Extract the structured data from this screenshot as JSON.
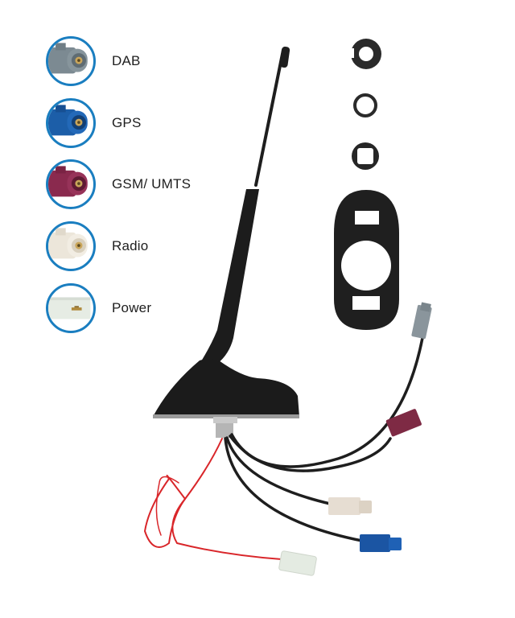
{
  "legend": {
    "items": [
      {
        "label": "DAB",
        "icon": "connector-dab-icon",
        "color": "#7c8a92"
      },
      {
        "label": "GPS",
        "icon": "connector-gps-icon",
        "color": "#1c5ea8"
      },
      {
        "label": "GSM/ UMTS",
        "icon": "connector-gsm-umts-icon",
        "color": "#8a2a4e"
      },
      {
        "label": "Radio",
        "icon": "connector-radio-icon",
        "color": "#ece6da"
      },
      {
        "label": "Power",
        "icon": "connector-power-icon",
        "color": "#e6ece4"
      }
    ],
    "ring_color": "#1a7ec0"
  },
  "product": {
    "accessories": [
      "retainer-nut-icon",
      "o-ring-icon",
      "square-washer-icon",
      "base-gasket-icon"
    ],
    "cables": [
      {
        "connector": "DAB",
        "color": "#8a959c"
      },
      {
        "connector": "GSM/ UMTS",
        "color": "#7e2a44"
      },
      {
        "connector": "Radio",
        "color": "#e6ddd2"
      },
      {
        "connector": "GPS",
        "color": "#1b55a3"
      },
      {
        "connector": "Power",
        "color": "#e4ebe2",
        "wire": "#d9262a"
      }
    ]
  }
}
